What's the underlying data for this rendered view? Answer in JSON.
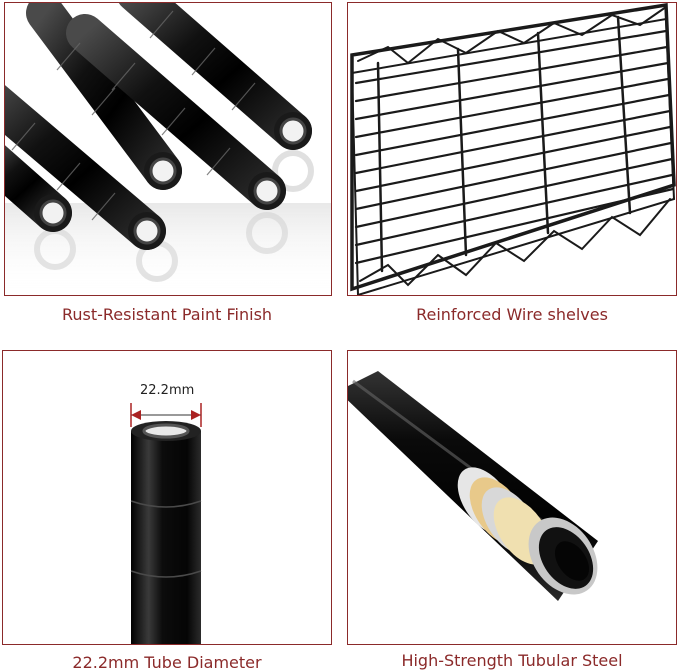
{
  "features": [
    {
      "caption": "Rust-Resistant Paint Finish",
      "image": "black-pole-stack-illustration"
    },
    {
      "caption": "Reinforced Wire shelves",
      "image": "wire-shelf-illustration"
    },
    {
      "caption": "22.2mm Tube Diameter",
      "image": "pole-diameter-illustration",
      "dimension_label": "22.2mm"
    },
    {
      "caption": "High-Strength Tubular Steel",
      "image": "tube-cross-section-illustration"
    }
  ],
  "colors": {
    "accent": "#8b2a2a",
    "pole": "#111111",
    "background": "#ffffff"
  }
}
